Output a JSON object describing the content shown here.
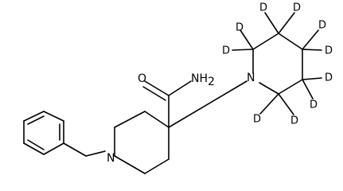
{
  "molecule": {
    "atoms": {
      "O": "O",
      "NH": "NH",
      "sub2": "2",
      "N_pip": "N",
      "N_ring": "N",
      "D": "D"
    }
  }
}
